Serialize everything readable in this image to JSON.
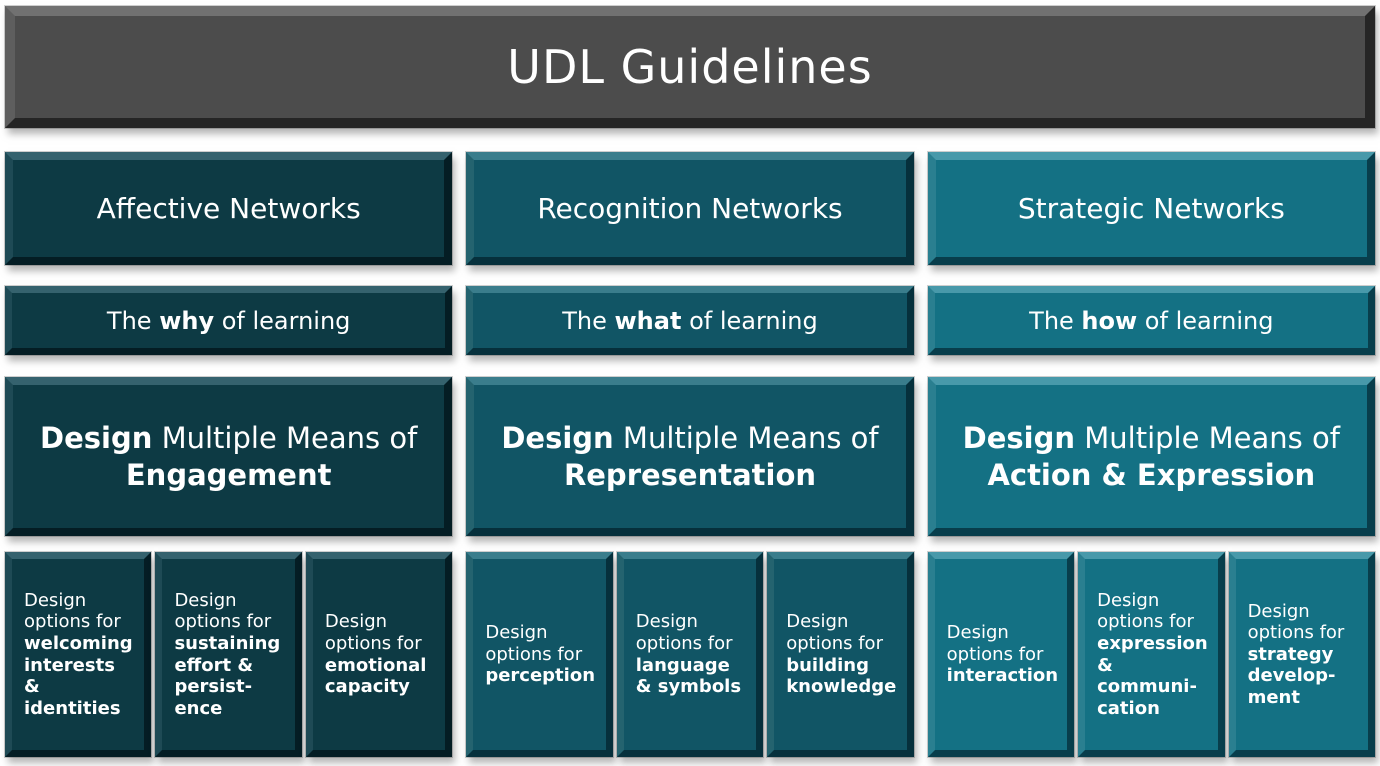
{
  "banner": {
    "title": "UDL Guidelines",
    "colors": {
      "base": "#4c4c4c",
      "light": "#717171",
      "mid": "#5e5e5e",
      "dark": "#252525"
    }
  },
  "columns": [
    {
      "network_label": "Affective Networks",
      "tagline": {
        "pre": "The ",
        "emphasis": "why",
        "post": " of learning"
      },
      "design_heading": {
        "verb": "Design",
        "middle": " Multiple Means of",
        "focus": "Engagement"
      },
      "options": [
        {
          "lead": "Design options for ",
          "focus": "welcoming interests & identities"
        },
        {
          "lead": "Design options for ",
          "focus": "sustaining effort & persist-ence"
        },
        {
          "lead": "Design options for ",
          "focus": "emotional capacity"
        }
      ],
      "colors": {
        "base": "#0d3a44",
        "light": "#35626e",
        "mid": "#1e4a55",
        "dark": "#041d24"
      }
    },
    {
      "network_label": "Recognition Networks",
      "tagline": {
        "pre": "The ",
        "emphasis": "what",
        "post": " of learning"
      },
      "design_heading": {
        "verb": "Design",
        "middle": " Multiple Means of",
        "focus": "Representation"
      },
      "options": [
        {
          "lead": "Design options for ",
          "focus": "perception"
        },
        {
          "lead": "Design options for ",
          "focus": "language & symbols"
        },
        {
          "lead": "Design options for ",
          "focus": "building knowledge"
        }
      ],
      "colors": {
        "base": "#115565",
        "light": "#3a7d8c",
        "mid": "#24636f",
        "dark": "#06303c"
      }
    },
    {
      "network_label": "Strategic Networks",
      "tagline": {
        "pre": "The ",
        "emphasis": "how",
        "post": " of learning"
      },
      "design_heading": {
        "verb": "Design",
        "middle": " Multiple Means of",
        "focus": "Action & Expression"
      },
      "options": [
        {
          "lead": "Design options for ",
          "focus": "interaction"
        },
        {
          "lead": "Design options for ",
          "focus": "expression & communi-cation"
        },
        {
          "lead": "Design options for ",
          "focus": "strategy develop-ment"
        }
      ],
      "colors": {
        "base": "#147184",
        "light": "#4899aa",
        "mid": "#2a7f90",
        "dark": "#083e4c"
      }
    }
  ]
}
